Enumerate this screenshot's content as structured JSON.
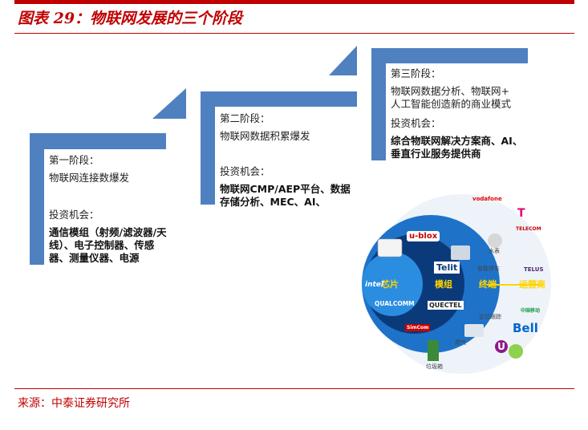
{
  "title": "图表 29：物联网发展的三个阶段",
  "source": "来源：中泰证券研究所",
  "stages": [
    {
      "name": "第一阶段：",
      "desc": "物联网连接数爆发",
      "opp_label": "投资机会：",
      "opp_lines": [
        "通信模组（射频/滤波器/天",
        "线）、电子控制器、传感",
        "器、测量仪器、电源"
      ]
    },
    {
      "name": "第二阶段：",
      "desc": "物联网数据积累爆发",
      "opp_label": "投资机会：",
      "opp_lines": [
        "物联网CMP/AEP平台、数据",
        "存储分析、MEC、AI、"
      ]
    },
    {
      "name": "第三阶段：",
      "desc_lines": [
        "物联网数据分析、物联网+",
        "人工智能创造新的商业模式"
      ],
      "opp_label": "投资机会：",
      "opp_lines": [
        "综合物联网解决方案商、AI、",
        "垂直行业服务提供商"
      ]
    }
  ],
  "ecosystem": {
    "ring_labels": [
      "芯片",
      "模组",
      "终端",
      "运营商"
    ],
    "chip_logos": [
      "u-blox",
      "intel",
      "QUALCOMM"
    ],
    "module_logos": [
      "Telit",
      "QUECTEL",
      "SimCom"
    ],
    "device_labels": [
      "水表",
      "智能停车",
      "定位跟踪",
      "燃气",
      "垃圾箱"
    ],
    "operator_logos": [
      "vodafone",
      "T",
      "TELECOM",
      "TELUS",
      "中国移动",
      "Bell",
      "U"
    ],
    "colors": {
      "outer": "#1e73c9",
      "inner": "#0b3a7a",
      "chip": "#2b8de0",
      "label": "#ffd400",
      "stair": "#4f80c0"
    }
  }
}
